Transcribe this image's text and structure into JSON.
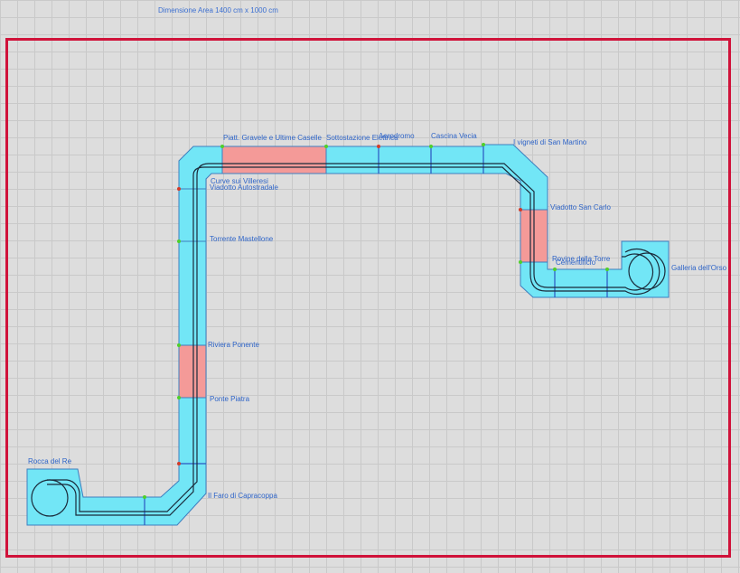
{
  "header": {
    "dimension_text": "Dimensione Area  1400 cm x 1000 cm"
  },
  "labels": {
    "rocca": "Rocca del Re",
    "faro": "Il Faro di Capracoppa",
    "ponte": "Ponte Piatra",
    "riviera": "Riviera Ponente",
    "torrente": "Torrente Mastellone",
    "curve": "Curve sui Villeresi",
    "viadotto_auto": "Viadotto Autostradale",
    "piatt": "Piatt. Gravele e Ultime Caselle",
    "sottostazione": "Sottostazione Elettrica",
    "aerodromo": "Aerodromo",
    "cascina": "Cascina Vecia",
    "vigneti": "I vigneti di San Martino",
    "viadotto_sc": "Viadotto San Carlo",
    "rovine": "Rovine della Torre",
    "cementificio": "Cementificio",
    "galleria": "Galleria dell'Orso"
  },
  "colors": {
    "frame": "#d0123a",
    "module": "#72e6f6",
    "bridge_module": "#f49a98",
    "track": "#1a2a3a",
    "label": "#2f65c8"
  }
}
